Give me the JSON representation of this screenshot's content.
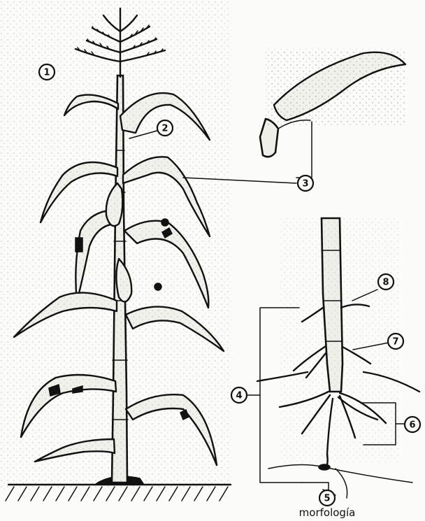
{
  "labels": {
    "l1": "1",
    "l2": "2",
    "l3": "3",
    "l4": "4",
    "l5": "5",
    "l6": "6",
    "l7": "7",
    "l8": "8"
  },
  "caption": "morfología"
}
